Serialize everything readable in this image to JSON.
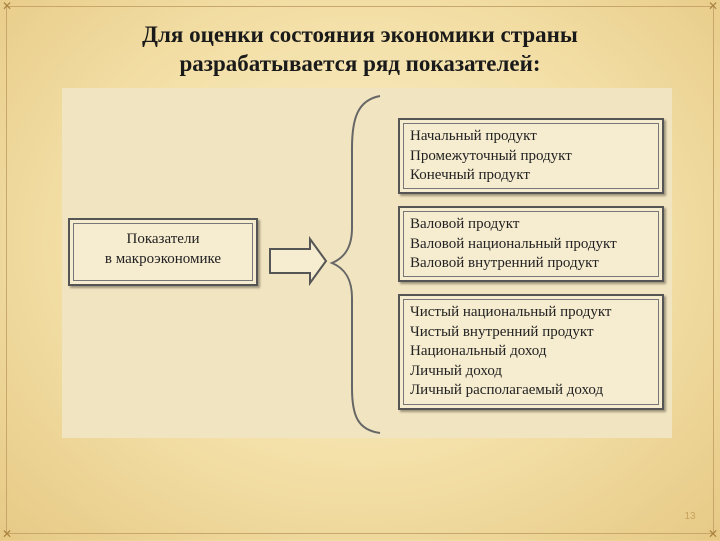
{
  "slide": {
    "title_line1": "Для оценки состояния экономики страны",
    "title_line2": "разрабатывается ряд показателей:",
    "page_number": "13"
  },
  "diagram": {
    "source": {
      "line1": "Показатели",
      "line2": "в макроэкономике"
    },
    "groups": [
      {
        "items": [
          "Начальный продукт",
          "Промежуточный продукт",
          "Конечный продукт"
        ]
      },
      {
        "items": [
          "Валовой продукт",
          "Валовой национальный продукт",
          "Валовой внутренний продукт"
        ]
      },
      {
        "items": [
          "Чистый национальный продукт",
          "Чистый внутренний продукт",
          "Национальный доход",
          "Личный доход",
          "Личный располагаемый доход"
        ]
      }
    ]
  },
  "colors": {
    "background": "#f3dfa6",
    "box_border": "#555555",
    "page_number": "#c8a35c"
  }
}
